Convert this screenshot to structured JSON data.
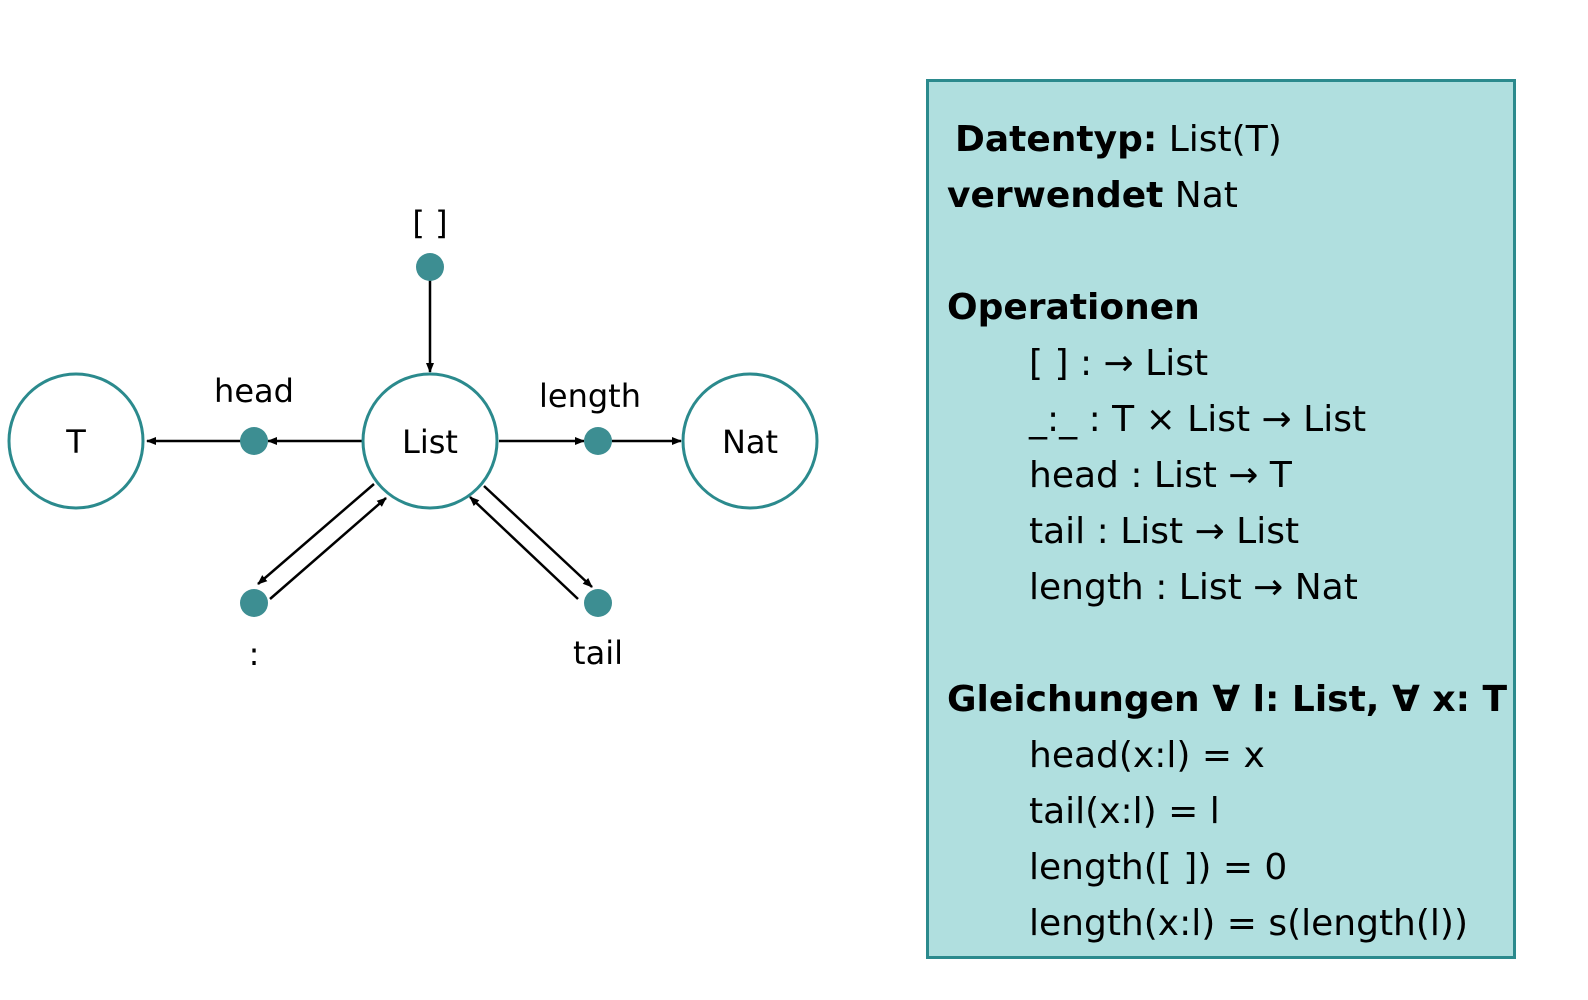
{
  "diagram": {
    "nodes": {
      "t": "T",
      "list": "List",
      "nat": "Nat"
    },
    "operations": {
      "empty": "[ ]",
      "head": "head",
      "length": "length",
      "cons": ":",
      "tail": "tail"
    },
    "colors": {
      "teal": "#2b8a8d",
      "dot": "#3d8e92"
    }
  },
  "spec": {
    "datatype_label": "Datentyp:",
    "datatype_value": "List(T)",
    "uses_label": "verwendet",
    "uses_value": "Nat",
    "operations_heading": "Operationen",
    "operations": [
      "[ ] : → List",
      "_:_ : T × List → List",
      "head : List → T",
      "tail : List → List",
      "length : List → Nat"
    ],
    "equations_heading": "Gleichungen ∀ l: List, ∀ x: T",
    "equations": [
      "head(x:l) = x",
      "tail(x:l) = l",
      "length([ ]) = 0",
      "length(x:l) = s(length(l))"
    ],
    "colors": {
      "background": "#b0dfdf",
      "border": "#2b8a8d"
    }
  }
}
